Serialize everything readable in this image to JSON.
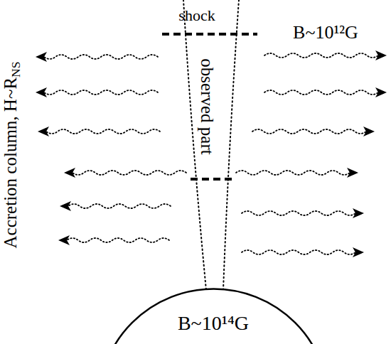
{
  "diagram": {
    "nodes": [
      {
        "text": [
          "B~10¹⁴G"
        ]
      }
    ],
    "labels": [
      "shock",
      "B~10¹²G",
      "observed part",
      "Accretion column, H~R",
      "NS"
    ]
  }
}
